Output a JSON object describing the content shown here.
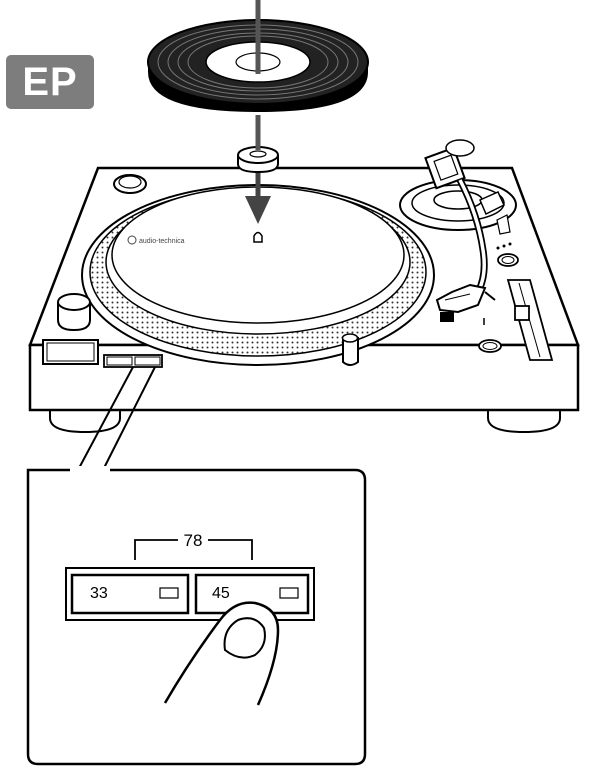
{
  "badge": {
    "label": "EP"
  },
  "turntable": {
    "brand_text": "audio-technica"
  },
  "callout": {
    "bracket_label": "78",
    "buttons": [
      {
        "label": "33"
      },
      {
        "label": "45"
      }
    ]
  }
}
